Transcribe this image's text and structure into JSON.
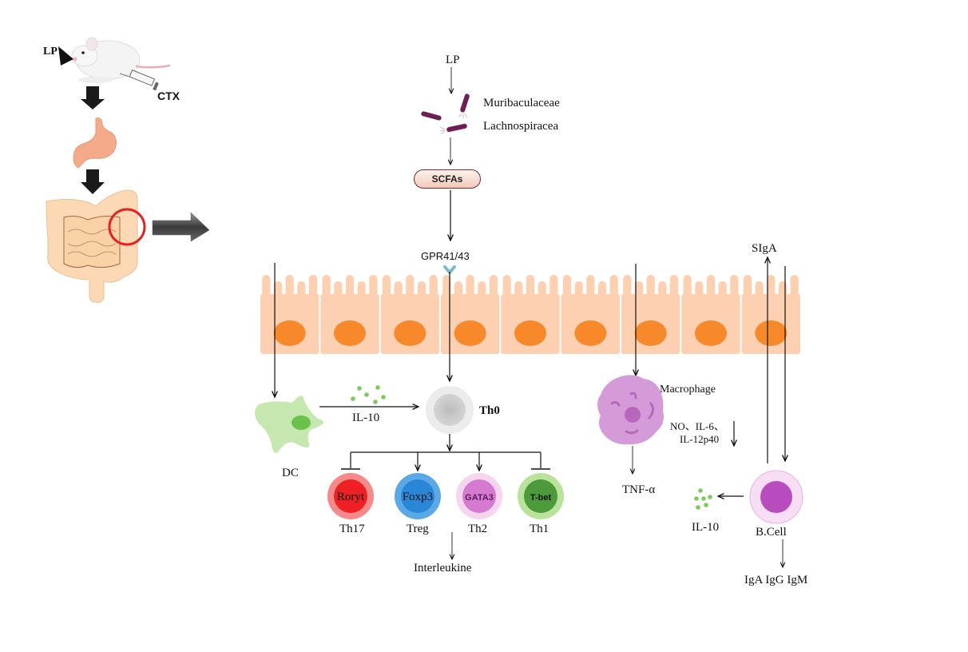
{
  "left_panel": {
    "lp_label": "LP",
    "ctx_label": "CTX"
  },
  "pathway": {
    "lp_label": "LP",
    "bacteria": [
      "Muribaculaceae",
      "Lachnospiracea"
    ],
    "scfa_label": "SCFAs",
    "receptor_label": "GPR41/43"
  },
  "epithelium": {
    "cell_count": 9
  },
  "immune": {
    "dc_label": "DC",
    "il10_label": "IL-10",
    "th0_label": "Th0",
    "subsets": [
      {
        "marker": "Roryt",
        "name": "Th17",
        "effect": "inhibit",
        "outer_color": "#f58a8a",
        "inner_color": "#ee2026"
      },
      {
        "marker": "Foxp3",
        "name": "Treg",
        "effect": "promote",
        "outer_color": "#5aa9e6",
        "inner_color": "#2a86d6"
      },
      {
        "marker": "GATA3",
        "name": "Th2",
        "effect": "promote",
        "outer_color": "#f6d6ef",
        "inner_color": "#d57ad0"
      },
      {
        "marker": "T-bet",
        "name": "Th1",
        "effect": "inhibit",
        "outer_color": "#b9e39a",
        "inner_color": "#4c9a3b"
      }
    ],
    "interleukine_label": "Interleukine",
    "macrophage_label": "Macrophage",
    "macrophage_cytokines_line1": "NO、IL-6、",
    "macrophage_cytokines_line2": "IL-12p40",
    "tnf_label": "TNF-α",
    "siga_label": "SIgA",
    "bcell_label": "B.Cell",
    "bcell_il10_label": "IL-10",
    "antibodies_label": "IgA IgG IgM"
  },
  "colors": {
    "epithelium": "#fcd0b0",
    "nucleus": "#f7892b",
    "dc": "#c6e8b0",
    "macrophage": "#d59ad8",
    "bcell_outer": "#f7def5",
    "bcell_inner": "#b84cbf",
    "cytokine_dots": "#7dc95e",
    "receptor": "#7fb9cc",
    "bacteria": "#6e1f52",
    "circle_highlight": "#e02424"
  }
}
